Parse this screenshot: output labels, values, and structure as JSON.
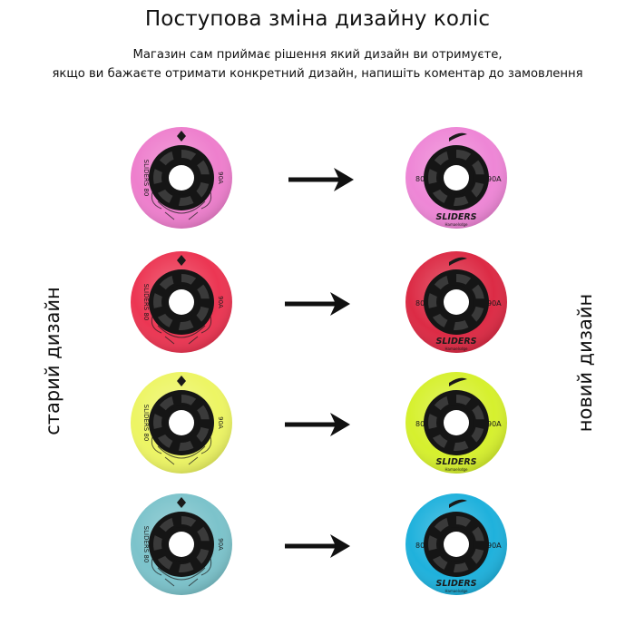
{
  "header": {
    "title": "Поступова зміна дизайну коліс",
    "subtitle_line1": "Магазин сам приймає рішення який дизайн ви отримуєте,",
    "subtitle_line2": "якщо ви бажаєте отримати конкретний дизайн, напишіть коментар до замовлення"
  },
  "labels": {
    "old": "старий дизайн",
    "new": "новий дизайн"
  },
  "wheel_text": {
    "brand": "SLIDERS",
    "small": "Hamaelsdge",
    "size": "80",
    "hardness": "90A",
    "old_side_left": "SLIDERS 80",
    "old_side_right": "90A"
  },
  "wheels": [
    {
      "color": "pink",
      "old_fill": "#ee7fcd",
      "new_fill": "#ee86d6"
    },
    {
      "color": "red",
      "old_fill": "#ec3653",
      "new_fill": "#dc2b45"
    },
    {
      "color": "yellow",
      "old_fill": "#edf564",
      "new_fill": "#d6f02e"
    },
    {
      "color": "blue",
      "old_fill": "#7cc3cb",
      "new_fill": "#1fb1dc"
    }
  ],
  "icons": {
    "arrow": "arrow-right-icon",
    "wheel": "wheel-icon"
  }
}
